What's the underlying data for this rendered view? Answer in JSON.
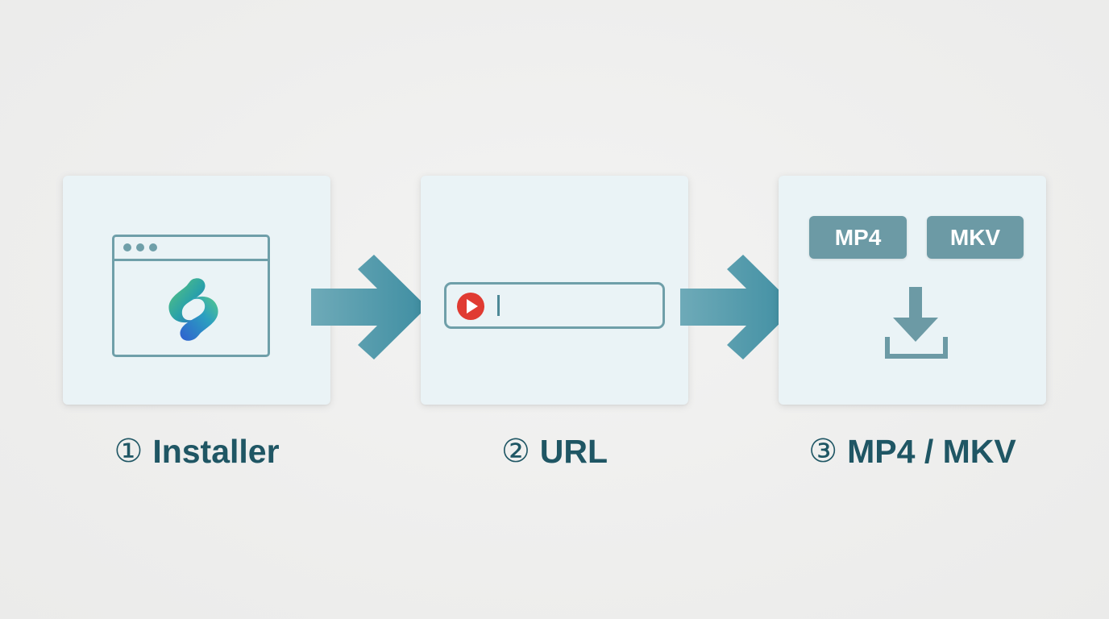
{
  "steps": [
    {
      "number": "①",
      "label": "Installer"
    },
    {
      "number": "②",
      "label": "URL"
    },
    {
      "number": "③",
      "label": "MP4 / MKV"
    }
  ],
  "formats": [
    "MP4",
    "MKV"
  ],
  "icons": {
    "step1": [
      "browser-window-icon",
      "app-logo-icon"
    ],
    "step2": [
      "url-bar",
      "video-play-icon"
    ],
    "step3": [
      "download-icon"
    ],
    "connectors": [
      "arrow-right-icon",
      "arrow-right-icon"
    ]
  },
  "colors": {
    "accent": "#5a98a8",
    "label_text": "#1f5664",
    "card_bg": "#eaf3f6",
    "chip_bg": "#6c9aa5",
    "play_red": "#e03b32"
  }
}
